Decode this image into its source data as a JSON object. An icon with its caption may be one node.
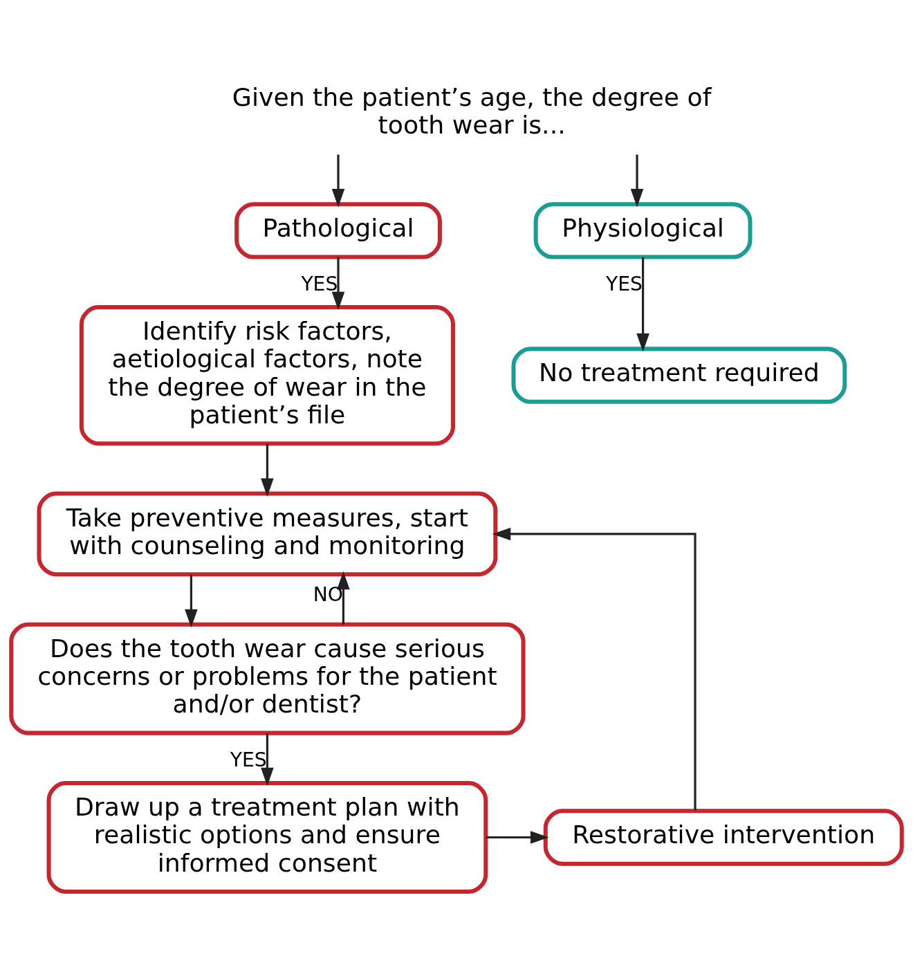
{
  "diagram": {
    "nodes": [
      {
        "text": [
          "Given the patient’s age, the degree of tooth wear is..."
        ]
      },
      {
        "text": [
          "Pathological"
        ]
      },
      {
        "text": [
          "Physiological"
        ]
      },
      {
        "text": [
          "Identify risk factors, aetiological factors, note the degree of wear in the patient’s file"
        ]
      },
      {
        "text": [
          "No treatment required"
        ]
      },
      {
        "text": [
          "Take preventive measures, start with counseling and monitoring"
        ]
      },
      {
        "text": [
          "Does the tooth wear cause serious concerns or problems for the patient and/or dentist?"
        ]
      },
      {
        "text": [
          "Draw up a treatment plan with realistic options and ensure informed consent"
        ]
      },
      {
        "text": [
          "Restorative intervention"
        ]
      }
    ],
    "edges": [
      {
        "from": 0,
        "to": 1,
        "arrow": "to"
      },
      {
        "from": 0,
        "to": 2,
        "arrow": "to"
      },
      {
        "from": 1,
        "to": 3,
        "arrow": "to",
        "label": "YES"
      },
      {
        "from": 2,
        "to": 4,
        "arrow": "to",
        "label": "YES"
      },
      {
        "from": 3,
        "to": 5,
        "arrow": "to"
      },
      {
        "from": 5,
        "to": 6,
        "arrow": "to"
      },
      {
        "from": 6,
        "to": 7,
        "arrow": "to",
        "label": "YES"
      },
      {
        "from": 7,
        "to": 8,
        "arrow": "to"
      },
      {
        "from": 6,
        "to": 5,
        "arrow": "to",
        "label": "NO"
      },
      {
        "from": 8,
        "to": 5,
        "arrow": "to"
      }
    ]
  }
}
